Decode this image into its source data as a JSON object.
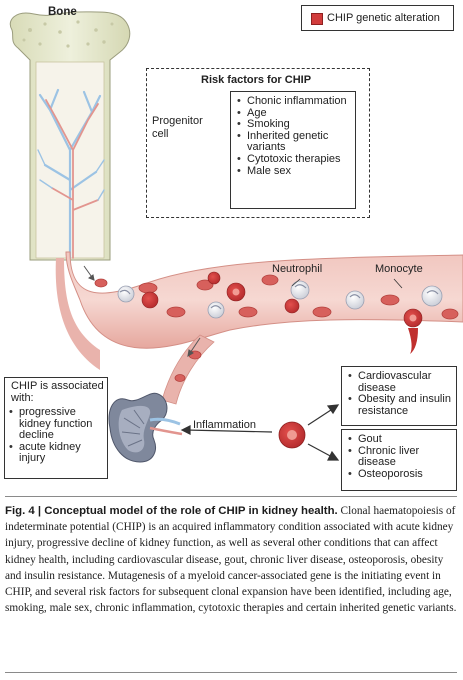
{
  "labels": {
    "bone": "Bone",
    "legend": "CHIP genetic alteration",
    "risk_title": "Risk factors for CHIP",
    "progenitor": "Progenitor\ncell",
    "neutrophil": "Neutrophil",
    "monocyte": "Monocyte",
    "inflammation": "Inflammation"
  },
  "risk_factors": [
    "Chonic inflammation",
    "Age",
    "Smoking",
    "Inherited genetic variants",
    "Cytotoxic therapies",
    "Male sex"
  ],
  "kidney_box": {
    "title": "CHIP is associated with:",
    "items": [
      "progressive kidney function decline",
      "acute kidney injury"
    ]
  },
  "outcomes_top": [
    "Cardiovascular disease",
    "Obesity and insulin resistance"
  ],
  "outcomes_bottom": [
    "Gout",
    "Chronic liver disease",
    "Osteoporosis"
  ],
  "caption": {
    "label": "Fig. 4 | Conceptual model of the role of CHIP in kidney health.",
    "text": " Clonal haematopoiesis of indeterminate potential (CHIP) is an acquired inflammatory condition associated with acute kidney injury, progressive decline of kidney function, as well as several other conditions that can affect kidney health, including cardiovascular disease, gout, chronic liver disease, osteoporosis, obesity and insulin resistance. Mutagenesis of a myeloid cancer-associated gene is the initiating event in CHIP, and several risk factors for subsequent clonal expansion have been identified, including age, smoking, male sex, chronic inflammation, cytotoxic therapies and certain inherited genetic variants."
  },
  "colors": {
    "chip_red": "#d23c3c",
    "vessel": "#e9b3ac",
    "bone": "#e4e6c9",
    "marrow_blue": "#9cc3e4"
  }
}
